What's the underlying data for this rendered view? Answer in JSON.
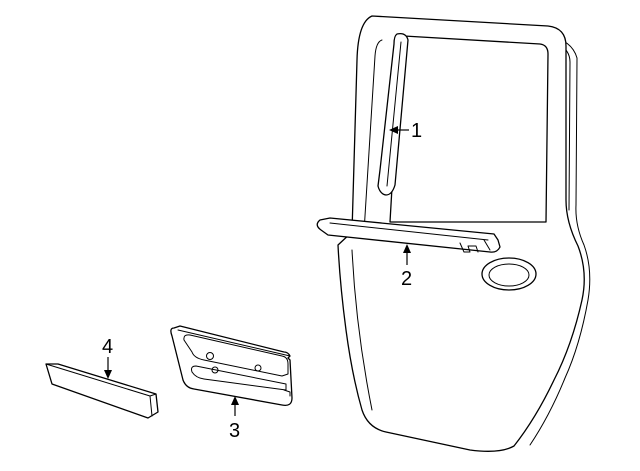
{
  "callouts": [
    {
      "number": "1"
    },
    {
      "number": "2"
    },
    {
      "number": "3"
    },
    {
      "number": "4"
    }
  ],
  "colors": {
    "line": "#000000",
    "background": "#ffffff"
  }
}
